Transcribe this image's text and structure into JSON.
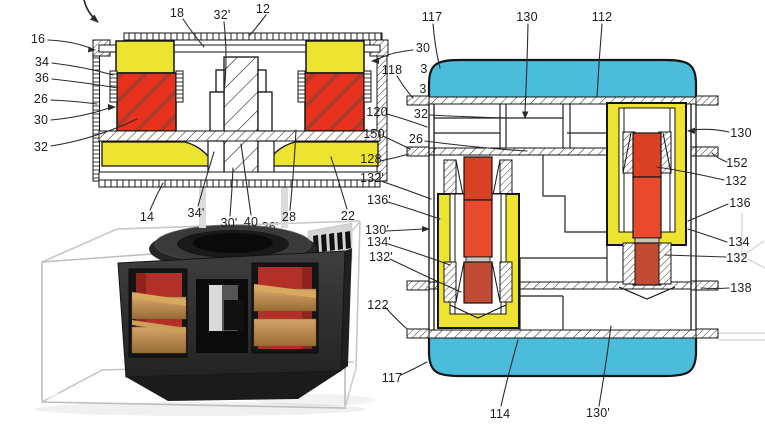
{
  "figure_left": {
    "top_labels": [
      "18",
      "32'",
      "12"
    ],
    "left_labels": [
      "16",
      "34",
      "36",
      "26",
      "30",
      "32"
    ],
    "right_labels": [
      "30"
    ],
    "bottom_labels": [
      "14",
      "34'",
      "30'",
      "40",
      "26'",
      "28",
      "22"
    ]
  },
  "figure_right": {
    "top_labels": [
      "117",
      "130",
      "112"
    ],
    "left_labels": [
      "118",
      "3",
      "3",
      "120",
      "32",
      "150",
      "26",
      "128",
      "132'",
      "136'",
      "130'",
      "134'",
      "132'",
      "122",
      "117"
    ],
    "right_labels": [
      "130",
      "152",
      "132",
      "136",
      "134",
      "132",
      "138"
    ],
    "bottom_labels": [
      "114",
      "130'"
    ]
  },
  "colors": {
    "yellow": "#EDE431",
    "red": "#E8321E",
    "red_stripe": "#A83C28",
    "red_bright": "#E94A2E",
    "red_dark": "#C14B33",
    "cyan": "#4CBCDB",
    "outline": "#141414",
    "magnet_photo": "#B23028",
    "copper_photo": "#C29055"
  }
}
